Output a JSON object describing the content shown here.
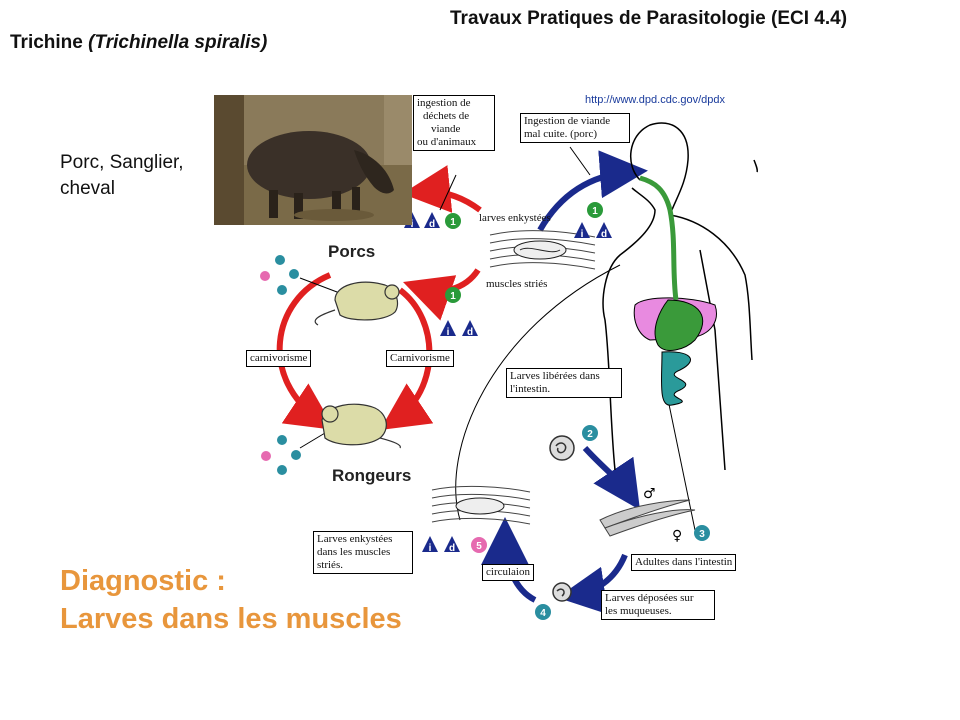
{
  "header": {
    "course": "Travaux Pratiques de Parasitologie (ECI 4.4)",
    "title_plain": "Trichine ",
    "title_italic": "(Trichinella spiralis)"
  },
  "hosts": {
    "line1": "Porc, Sanglier,",
    "line2": "cheval"
  },
  "diagnostic": {
    "line1": "Diagnostic :",
    "line2": "Larves dans les muscles"
  },
  "diagram": {
    "url": "http://www.dpd.cdc.gov/dpdx",
    "boxes": {
      "ingestion_dechets": [
        "ingestion de",
        "déchets de",
        "viande",
        "ou d'animaux"
      ],
      "ingestion_viande": [
        "Ingestion de viande",
        "mal cuite. (porc)"
      ],
      "carnivorisme_left": "carnivorisme",
      "carnivorisme_right": "Carnivorisme",
      "larves_liberees": [
        "Larves libérées dans",
        "l'intestin."
      ],
      "adultes": "Adultes dans l'intestin",
      "larves_deposees": [
        "Larves déposées sur",
        "les muqueuses."
      ],
      "circulaion": "circulaion",
      "larves_enkystees_box": [
        "Larves enkystées",
        "dans les muscles",
        "striés."
      ]
    },
    "labels": {
      "larves_enkystees": "larves enkystées",
      "muscles_stries": "muscles striés",
      "porcs": "Porcs",
      "rongeurs": "Rongeurs"
    },
    "markers": {
      "i": "i",
      "d": "d",
      "n1": "1",
      "n2": "2",
      "n3": "3",
      "n4": "4",
      "n5": "5",
      "male": "♂",
      "female": "♀"
    },
    "colors": {
      "red_arrow": "#e02020",
      "blue_arrow": "#1a2a8c",
      "marker_green": "#2a9a3a",
      "marker_teal": "#2a8ea0",
      "marker_pink": "#e66ab0",
      "triangle_blue": "#1a2a8c",
      "liver_pink": "#e88ae0",
      "gut_green": "#3a9a3a",
      "intestine_teal": "#2a9a9a",
      "rodent_fill": "#dcdca8",
      "highlight_orange": "#e8963c"
    }
  }
}
